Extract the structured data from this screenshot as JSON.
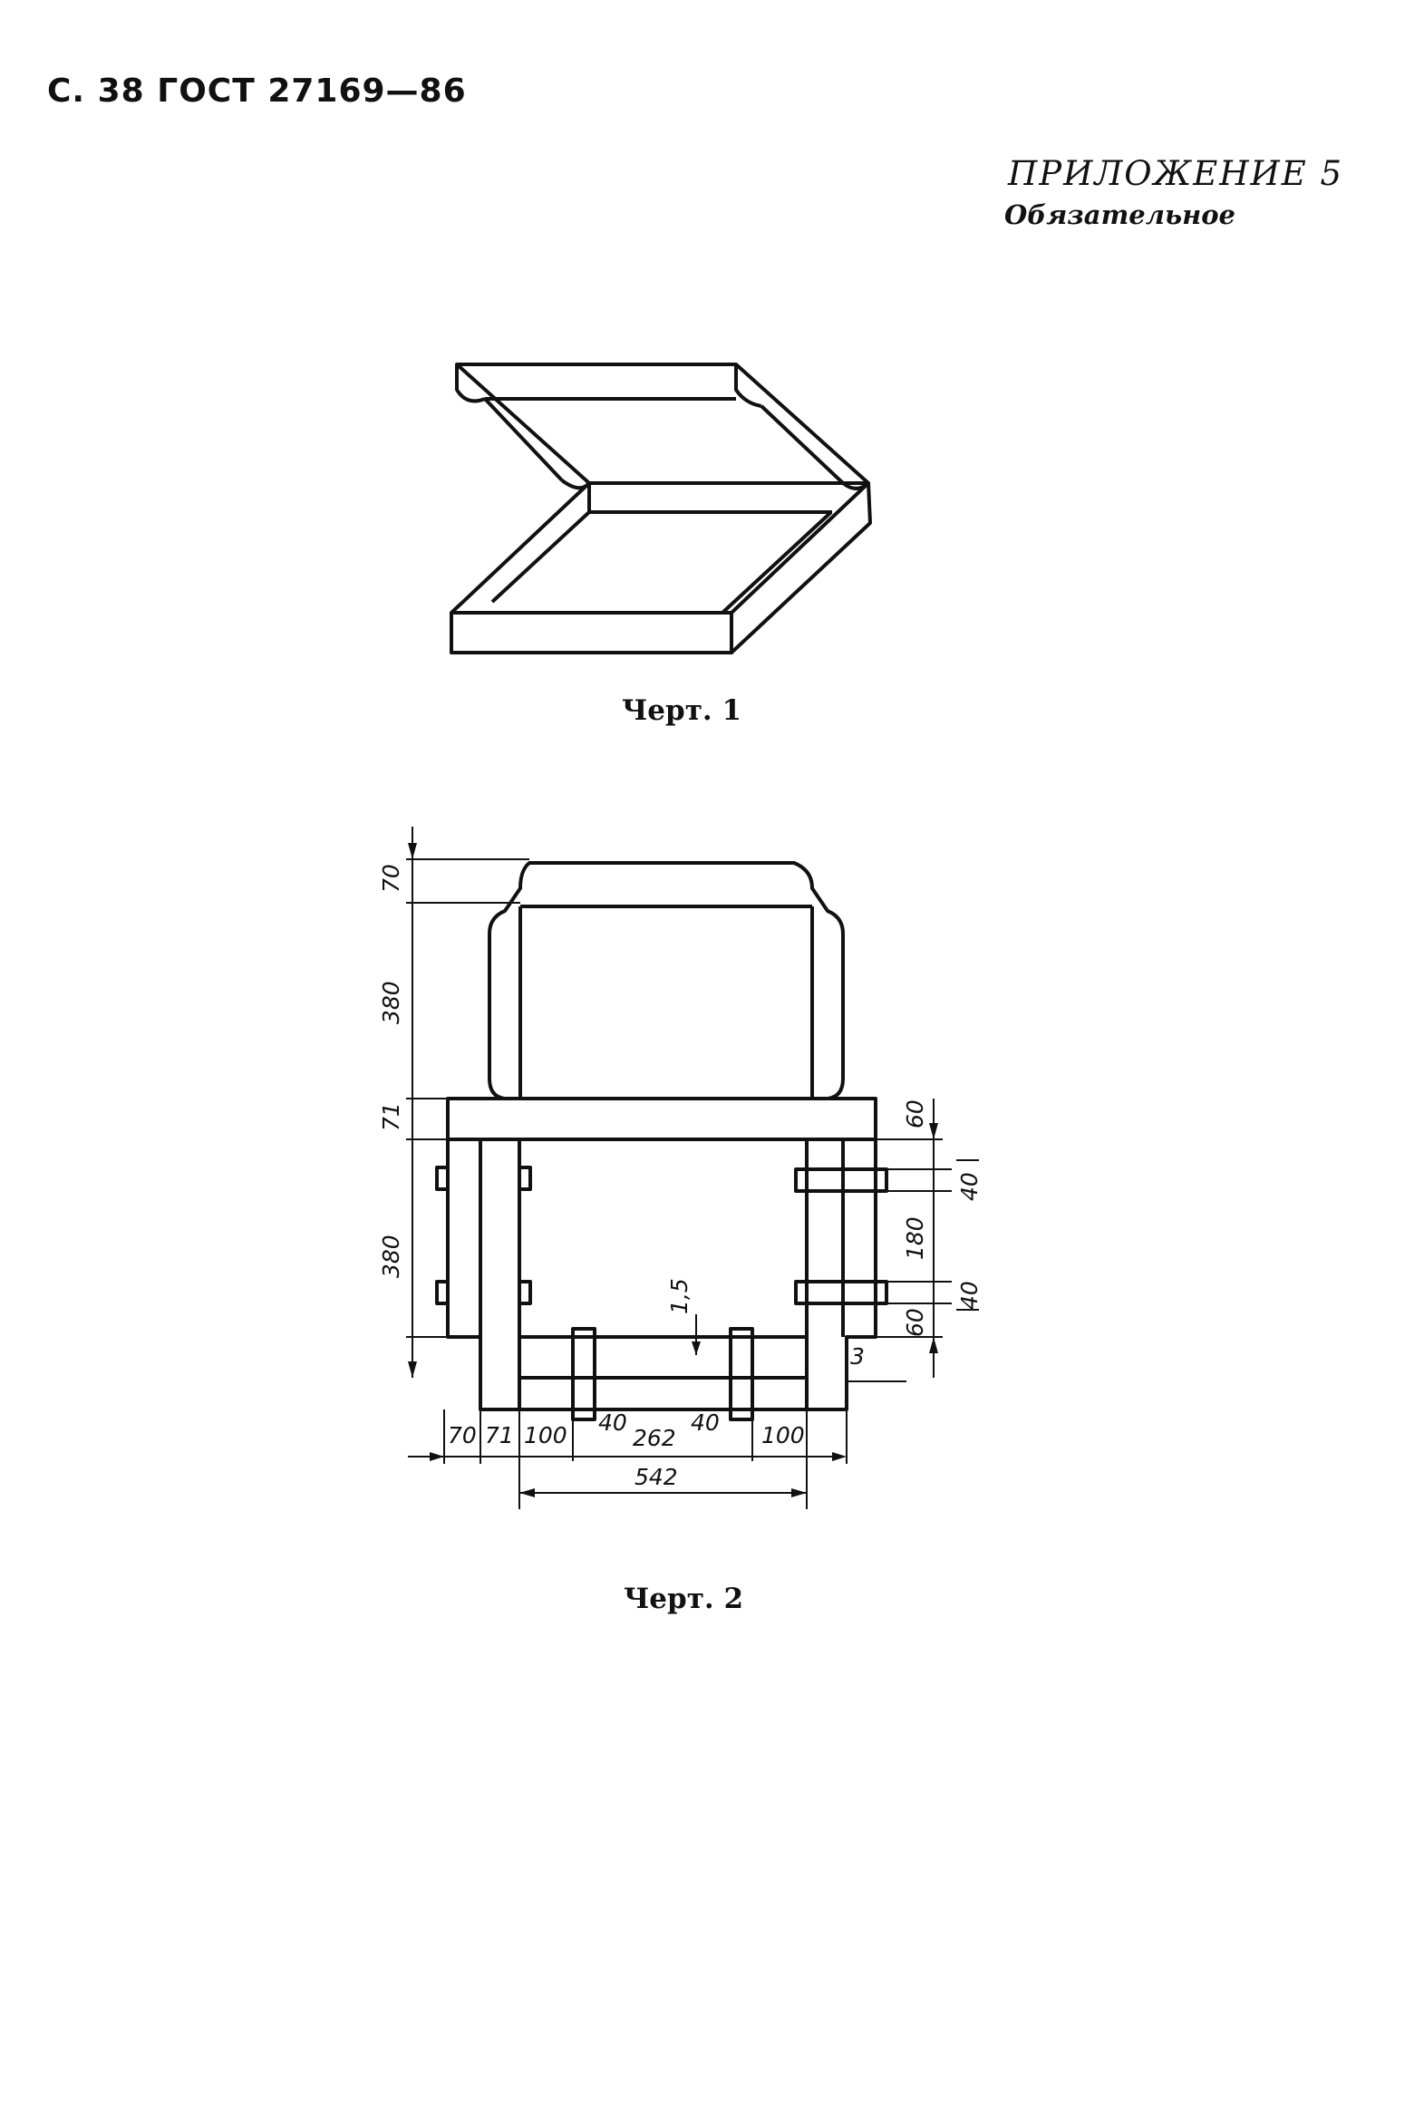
{
  "header": {
    "page_ref": "С. 38 ГОСТ 27169—86"
  },
  "appendix": {
    "title": "ПРИЛОЖЕНИЕ 5",
    "status": "Обязательное"
  },
  "figure1": {
    "caption": "Черт. 1"
  },
  "figure2": {
    "caption": "Черт. 2",
    "dimensions": {
      "top_flap": "70",
      "lid_height": "380",
      "band": "71",
      "body_height": "380",
      "right_top": "60",
      "right_slot_1": "40",
      "right_mid": "180",
      "right_slot_2": "40",
      "right_bottom": "60",
      "clearance": "1,5",
      "offset": "3",
      "bottom_70": "70",
      "bottom_71": "71",
      "bottom_100_left": "100",
      "bottom_40_left": "40",
      "bottom_262": "262",
      "bottom_40_right": "40",
      "bottom_100_right": "100",
      "overall_width": "542"
    }
  }
}
